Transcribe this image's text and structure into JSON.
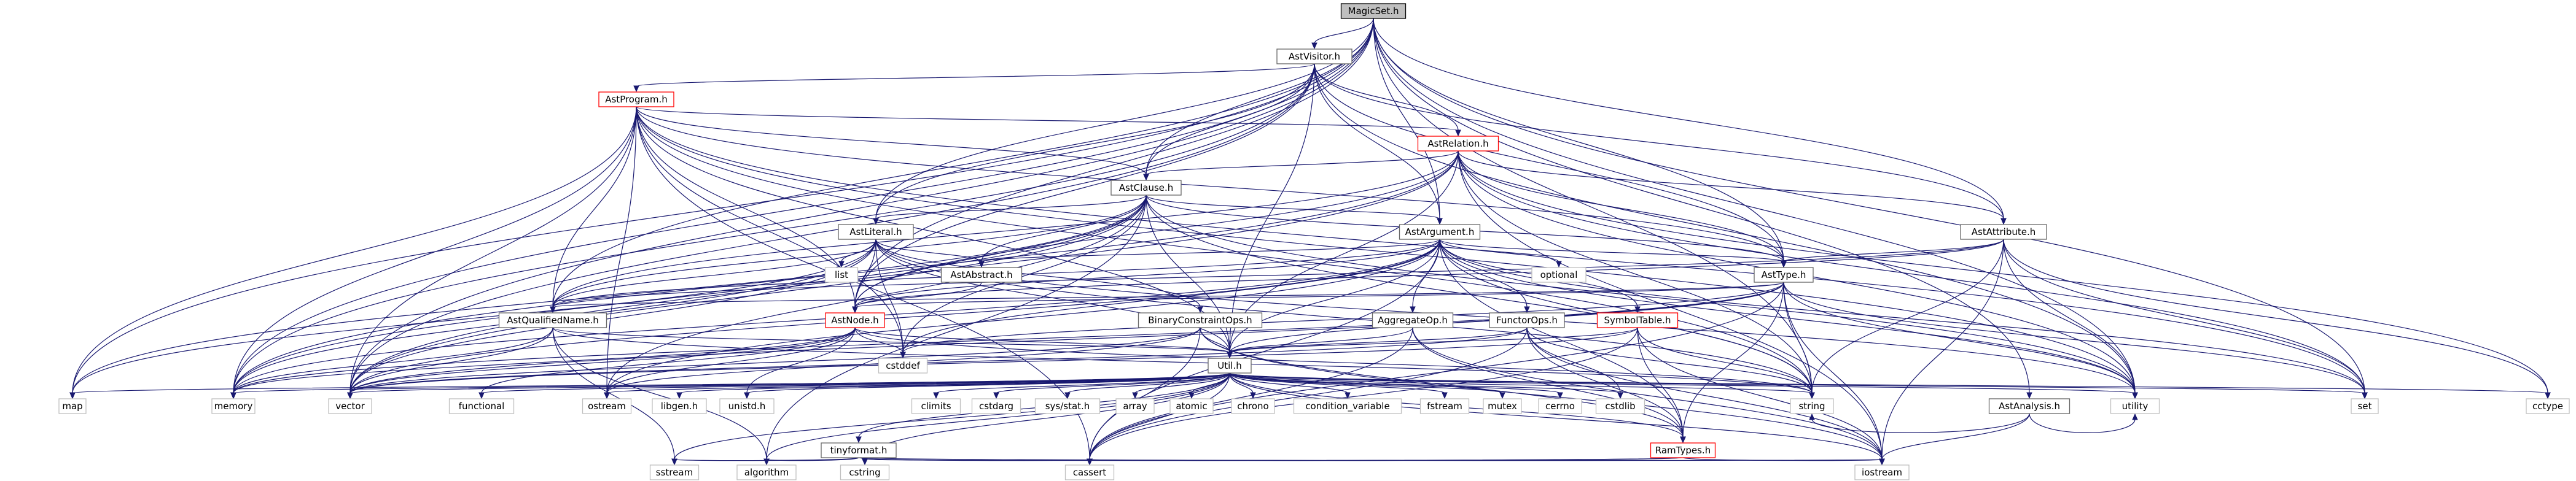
{
  "diagram": {
    "nodes": [
      {
        "id": "MagicSet.h",
        "kind": "root"
      },
      {
        "id": "AstVisitor.h",
        "kind": "hdr"
      },
      {
        "id": "AstProgram.h",
        "kind": "red"
      },
      {
        "id": "AstRelation.h",
        "kind": "red"
      },
      {
        "id": "AstClause.h",
        "kind": "hdr"
      },
      {
        "id": "AstArgument.h",
        "kind": "hdr"
      },
      {
        "id": "AstAttribute.h",
        "kind": "hdr"
      },
      {
        "id": "AstLiteral.h",
        "kind": "hdr"
      },
      {
        "id": "AstAbstract.h",
        "kind": "hdr"
      },
      {
        "id": "list",
        "kind": "sys"
      },
      {
        "id": "optional",
        "kind": "sys"
      },
      {
        "id": "AstType.h",
        "kind": "hdr"
      },
      {
        "id": "AstQualifiedName.h",
        "kind": "hdr"
      },
      {
        "id": "AstNode.h",
        "kind": "red"
      },
      {
        "id": "BinaryConstraintOps.h",
        "kind": "hdr"
      },
      {
        "id": "AggregateOp.h",
        "kind": "hdr"
      },
      {
        "id": "FunctorOps.h",
        "kind": "hdr"
      },
      {
        "id": "SymbolTable.h",
        "kind": "red"
      },
      {
        "id": "AstAnalysis.h",
        "kind": "hdr"
      },
      {
        "id": "Util.h",
        "kind": "hdr"
      },
      {
        "id": "cstddef",
        "kind": "sys"
      },
      {
        "id": "map",
        "kind": "sys"
      },
      {
        "id": "memory",
        "kind": "sys"
      },
      {
        "id": "vector",
        "kind": "sys"
      },
      {
        "id": "functional",
        "kind": "sys"
      },
      {
        "id": "ostream",
        "kind": "sys"
      },
      {
        "id": "libgen.h",
        "kind": "sys"
      },
      {
        "id": "unistd.h",
        "kind": "sys"
      },
      {
        "id": "climits",
        "kind": "sys"
      },
      {
        "id": "cstdarg",
        "kind": "sys"
      },
      {
        "id": "sys/stat.h",
        "kind": "sys"
      },
      {
        "id": "array",
        "kind": "sys"
      },
      {
        "id": "atomic",
        "kind": "sys"
      },
      {
        "id": "chrono",
        "kind": "sys"
      },
      {
        "id": "condition_variable",
        "kind": "sys"
      },
      {
        "id": "fstream",
        "kind": "sys"
      },
      {
        "id": "mutex",
        "kind": "sys"
      },
      {
        "id": "cerrno",
        "kind": "sys"
      },
      {
        "id": "cstdlib",
        "kind": "sys"
      },
      {
        "id": "RamTypes.h",
        "kind": "red"
      },
      {
        "id": "string",
        "kind": "sys"
      },
      {
        "id": "utility",
        "kind": "sys"
      },
      {
        "id": "set",
        "kind": "sys"
      },
      {
        "id": "cctype",
        "kind": "sys"
      },
      {
        "id": "tinyformat.h",
        "kind": "hdr"
      },
      {
        "id": "sstream",
        "kind": "sys"
      },
      {
        "id": "algorithm",
        "kind": "sys"
      },
      {
        "id": "cstring",
        "kind": "sys"
      },
      {
        "id": "cassert",
        "kind": "sys"
      },
      {
        "id": "iostream",
        "kind": "sys"
      }
    ],
    "edges": [
      [
        "MagicSet.h",
        "AstVisitor.h"
      ],
      [
        "MagicSet.h",
        "AstClause.h"
      ],
      [
        "MagicSet.h",
        "AstArgument.h"
      ],
      [
        "MagicSet.h",
        "AstType.h"
      ],
      [
        "MagicSet.h",
        "AstAttribute.h"
      ],
      [
        "MagicSet.h",
        "AstQualifiedName.h"
      ],
      [
        "MagicSet.h",
        "AstAnalysis.h"
      ],
      [
        "MagicSet.h",
        "AstNode.h"
      ],
      [
        "MagicSet.h",
        "AstLiteral.h"
      ],
      [
        "MagicSet.h",
        "map"
      ],
      [
        "MagicSet.h",
        "memory"
      ],
      [
        "MagicSet.h",
        "vector"
      ],
      [
        "MagicSet.h",
        "string"
      ],
      [
        "MagicSet.h",
        "utility"
      ],
      [
        "MagicSet.h",
        "set"
      ],
      [
        "AstVisitor.h",
        "AstProgram.h"
      ],
      [
        "AstVisitor.h",
        "AstRelation.h"
      ],
      [
        "AstVisitor.h",
        "AstClause.h"
      ],
      [
        "AstVisitor.h",
        "AstArgument.h"
      ],
      [
        "AstVisitor.h",
        "AstAttribute.h"
      ],
      [
        "AstVisitor.h",
        "AstLiteral.h"
      ],
      [
        "AstVisitor.h",
        "AstType.h"
      ],
      [
        "AstVisitor.h",
        "AstNode.h"
      ],
      [
        "AstVisitor.h",
        "Util.h"
      ],
      [
        "AstVisitor.h",
        "memory"
      ],
      [
        "AstVisitor.h",
        "vector"
      ],
      [
        "AstVisitor.h",
        "utility"
      ],
      [
        "AstProgram.h",
        "AstRelation.h"
      ],
      [
        "AstProgram.h",
        "AstClause.h"
      ],
      [
        "AstProgram.h",
        "AstType.h"
      ],
      [
        "AstProgram.h",
        "AstQualifiedName.h"
      ],
      [
        "AstProgram.h",
        "AstNode.h"
      ],
      [
        "AstProgram.h",
        "Util.h"
      ],
      [
        "AstProgram.h",
        "map"
      ],
      [
        "AstProgram.h",
        "memory"
      ],
      [
        "AstProgram.h",
        "vector"
      ],
      [
        "AstProgram.h",
        "ostream"
      ],
      [
        "AstProgram.h",
        "string"
      ],
      [
        "AstProgram.h",
        "set"
      ],
      [
        "AstProgram.h",
        "cassert"
      ],
      [
        "AstProgram.h",
        "cstddef"
      ],
      [
        "AstProgram.h",
        "utility"
      ],
      [
        "AstRelation.h",
        "AstClause.h"
      ],
      [
        "AstRelation.h",
        "AstAttribute.h"
      ],
      [
        "AstRelation.h",
        "AstQualifiedName.h"
      ],
      [
        "AstRelation.h",
        "AstNode.h"
      ],
      [
        "AstRelation.h",
        "AstType.h"
      ],
      [
        "AstRelation.h",
        "Util.h"
      ],
      [
        "AstRelation.h",
        "set"
      ],
      [
        "AstRelation.h",
        "string"
      ],
      [
        "AstRelation.h",
        "memory"
      ],
      [
        "AstRelation.h",
        "vector"
      ],
      [
        "AstRelation.h",
        "utility"
      ],
      [
        "AstRelation.h",
        "cctype"
      ],
      [
        "AstRelation.h",
        "iostream"
      ],
      [
        "AstClause.h",
        "AstArgument.h"
      ],
      [
        "AstClause.h",
        "AstLiteral.h"
      ],
      [
        "AstClause.h",
        "AstAbstract.h"
      ],
      [
        "AstClause.h",
        "AstNode.h"
      ],
      [
        "AstClause.h",
        "AstQualifiedName.h"
      ],
      [
        "AstClause.h",
        "Util.h"
      ],
      [
        "AstClause.h",
        "cstddef"
      ],
      [
        "AstClause.h",
        "memory"
      ],
      [
        "AstClause.h",
        "vector"
      ],
      [
        "AstClause.h",
        "ostream"
      ],
      [
        "AstClause.h",
        "string"
      ],
      [
        "AstClause.h",
        "algorithm"
      ],
      [
        "AstClause.h",
        "map"
      ],
      [
        "AstClause.h",
        "utility"
      ],
      [
        "AstClause.h",
        "AstType.h"
      ],
      [
        "AstArgument.h",
        "AstAbstract.h"
      ],
      [
        "AstArgument.h",
        "AstType.h"
      ],
      [
        "AstArgument.h",
        "AggregateOp.h"
      ],
      [
        "AstArgument.h",
        "FunctorOps.h"
      ],
      [
        "AstArgument.h",
        "SymbolTable.h"
      ],
      [
        "AstArgument.h",
        "AstNode.h"
      ],
      [
        "AstArgument.h",
        "AstQualifiedName.h"
      ],
      [
        "AstArgument.h",
        "Util.h"
      ],
      [
        "AstArgument.h",
        "optional"
      ],
      [
        "AstArgument.h",
        "cstddef"
      ],
      [
        "AstArgument.h",
        "memory"
      ],
      [
        "AstArgument.h",
        "vector"
      ],
      [
        "AstArgument.h",
        "string"
      ],
      [
        "AstArgument.h",
        "utility"
      ],
      [
        "AstArgument.h",
        "ostream"
      ],
      [
        "AstArgument.h",
        "cassert"
      ],
      [
        "AstArgument.h",
        "RamTypes.h"
      ],
      [
        "AstArgument.h",
        "set"
      ],
      [
        "AstAttribute.h",
        "AstType.h"
      ],
      [
        "AstAttribute.h",
        "AstNode.h"
      ],
      [
        "AstAttribute.h",
        "AstQualifiedName.h"
      ],
      [
        "AstAttribute.h",
        "string"
      ],
      [
        "AstAttribute.h",
        "utility"
      ],
      [
        "AstAttribute.h",
        "set"
      ],
      [
        "AstAttribute.h",
        "cctype"
      ],
      [
        "AstAttribute.h",
        "iostream"
      ],
      [
        "AstLiteral.h",
        "AstAbstract.h"
      ],
      [
        "AstLiteral.h",
        "AstNode.h"
      ],
      [
        "AstLiteral.h",
        "AstQualifiedName.h"
      ],
      [
        "AstLiteral.h",
        "BinaryConstraintOps.h"
      ],
      [
        "AstLiteral.h",
        "Util.h"
      ],
      [
        "AstLiteral.h",
        "list"
      ],
      [
        "AstLiteral.h",
        "cstddef"
      ],
      [
        "AstLiteral.h",
        "memory"
      ],
      [
        "AstLiteral.h",
        "vector"
      ],
      [
        "AstLiteral.h",
        "string"
      ],
      [
        "AstLiteral.h",
        "utility"
      ],
      [
        "AstLiteral.h",
        "map"
      ],
      [
        "AstAbstract.h",
        "AstNode.h"
      ],
      [
        "AstType.h",
        "AstNode.h"
      ],
      [
        "AstType.h",
        "AstQualifiedName.h"
      ],
      [
        "AstType.h",
        "Util.h"
      ],
      [
        "AstType.h",
        "RamTypes.h"
      ],
      [
        "AstType.h",
        "set"
      ],
      [
        "AstType.h",
        "string"
      ],
      [
        "AstType.h",
        "utility"
      ],
      [
        "AstType.h",
        "iostream"
      ],
      [
        "AstType.h",
        "cassert"
      ],
      [
        "AstType.h",
        "vector"
      ],
      [
        "AstType.h",
        "memory"
      ],
      [
        "AstType.h",
        "cstddef"
      ],
      [
        "AstQualifiedName.h",
        "Util.h"
      ],
      [
        "AstQualifiedName.h",
        "algorithm"
      ],
      [
        "AstQualifiedName.h",
        "sstream"
      ],
      [
        "AstQualifiedName.h",
        "memory"
      ],
      [
        "AstQualifiedName.h",
        "vector"
      ],
      [
        "AstQualifiedName.h",
        "string"
      ],
      [
        "AstNode.h",
        "Util.h"
      ],
      [
        "AstNode.h",
        "cstddef"
      ],
      [
        "AstNode.h",
        "memory"
      ],
      [
        "AstNode.h",
        "vector"
      ],
      [
        "AstNode.h",
        "functional"
      ],
      [
        "AstNode.h",
        "ostream"
      ],
      [
        "AstNode.h",
        "string"
      ],
      [
        "AstNode.h",
        "unistd.h"
      ],
      [
        "BinaryConstraintOps.h",
        "Util.h"
      ],
      [
        "BinaryConstraintOps.h",
        "RamTypes.h"
      ],
      [
        "BinaryConstraintOps.h",
        "cassert"
      ],
      [
        "BinaryConstraintOps.h",
        "iostream"
      ],
      [
        "BinaryConstraintOps.h",
        "vector"
      ],
      [
        "BinaryConstraintOps.h",
        "ostream"
      ],
      [
        "AggregateOp.h",
        "Util.h"
      ],
      [
        "AggregateOp.h",
        "RamTypes.h"
      ],
      [
        "AggregateOp.h",
        "cassert"
      ],
      [
        "AggregateOp.h",
        "iostream"
      ],
      [
        "FunctorOps.h",
        "Util.h"
      ],
      [
        "FunctorOps.h",
        "RamTypes.h"
      ],
      [
        "FunctorOps.h",
        "cassert"
      ],
      [
        "FunctorOps.h",
        "vector"
      ],
      [
        "FunctorOps.h",
        "iostream"
      ],
      [
        "FunctorOps.h",
        "string"
      ],
      [
        "FunctorOps.h",
        "cstdlib"
      ],
      [
        "SymbolTable.h",
        "Util.h"
      ],
      [
        "SymbolTable.h",
        "RamTypes.h"
      ],
      [
        "SymbolTable.h",
        "cassert"
      ],
      [
        "SymbolTable.h",
        "iostream"
      ],
      [
        "SymbolTable.h",
        "string"
      ],
      [
        "SymbolTable.h",
        "vector"
      ],
      [
        "AstAnalysis.h",
        "string"
      ],
      [
        "AstAnalysis.h",
        "utility"
      ],
      [
        "AstAnalysis.h",
        "iostream"
      ],
      [
        "Util.h",
        "map"
      ],
      [
        "Util.h",
        "memory"
      ],
      [
        "Util.h",
        "vector"
      ],
      [
        "Util.h",
        "functional"
      ],
      [
        "Util.h",
        "ostream"
      ],
      [
        "Util.h",
        "libgen.h"
      ],
      [
        "Util.h",
        "unistd.h"
      ],
      [
        "Util.h",
        "climits"
      ],
      [
        "Util.h",
        "cstdarg"
      ],
      [
        "Util.h",
        "sys/stat.h"
      ],
      [
        "Util.h",
        "array"
      ],
      [
        "Util.h",
        "atomic"
      ],
      [
        "Util.h",
        "chrono"
      ],
      [
        "Util.h",
        "condition_variable"
      ],
      [
        "Util.h",
        "fstream"
      ],
      [
        "Util.h",
        "mutex"
      ],
      [
        "Util.h",
        "cerrno"
      ],
      [
        "Util.h",
        "cstdlib"
      ],
      [
        "Util.h",
        "RamTypes.h"
      ],
      [
        "Util.h",
        "string"
      ],
      [
        "Util.h",
        "utility"
      ],
      [
        "Util.h",
        "set"
      ],
      [
        "Util.h",
        "cctype"
      ],
      [
        "Util.h",
        "tinyformat.h"
      ],
      [
        "Util.h",
        "sstream"
      ],
      [
        "Util.h",
        "algorithm"
      ],
      [
        "Util.h",
        "cstring"
      ],
      [
        "Util.h",
        "cassert"
      ],
      [
        "Util.h",
        "iostream"
      ],
      [
        "RamTypes.h",
        "cstring"
      ],
      [
        "RamTypes.h",
        "cassert"
      ],
      [
        "RamTypes.h",
        "iostream"
      ],
      [
        "tinyformat.h",
        "cassert"
      ],
      [
        "tinyformat.h",
        "sstream"
      ],
      [
        "tinyformat.h",
        "algorithm"
      ],
      [
        "tinyformat.h",
        "iostream"
      ]
    ]
  }
}
